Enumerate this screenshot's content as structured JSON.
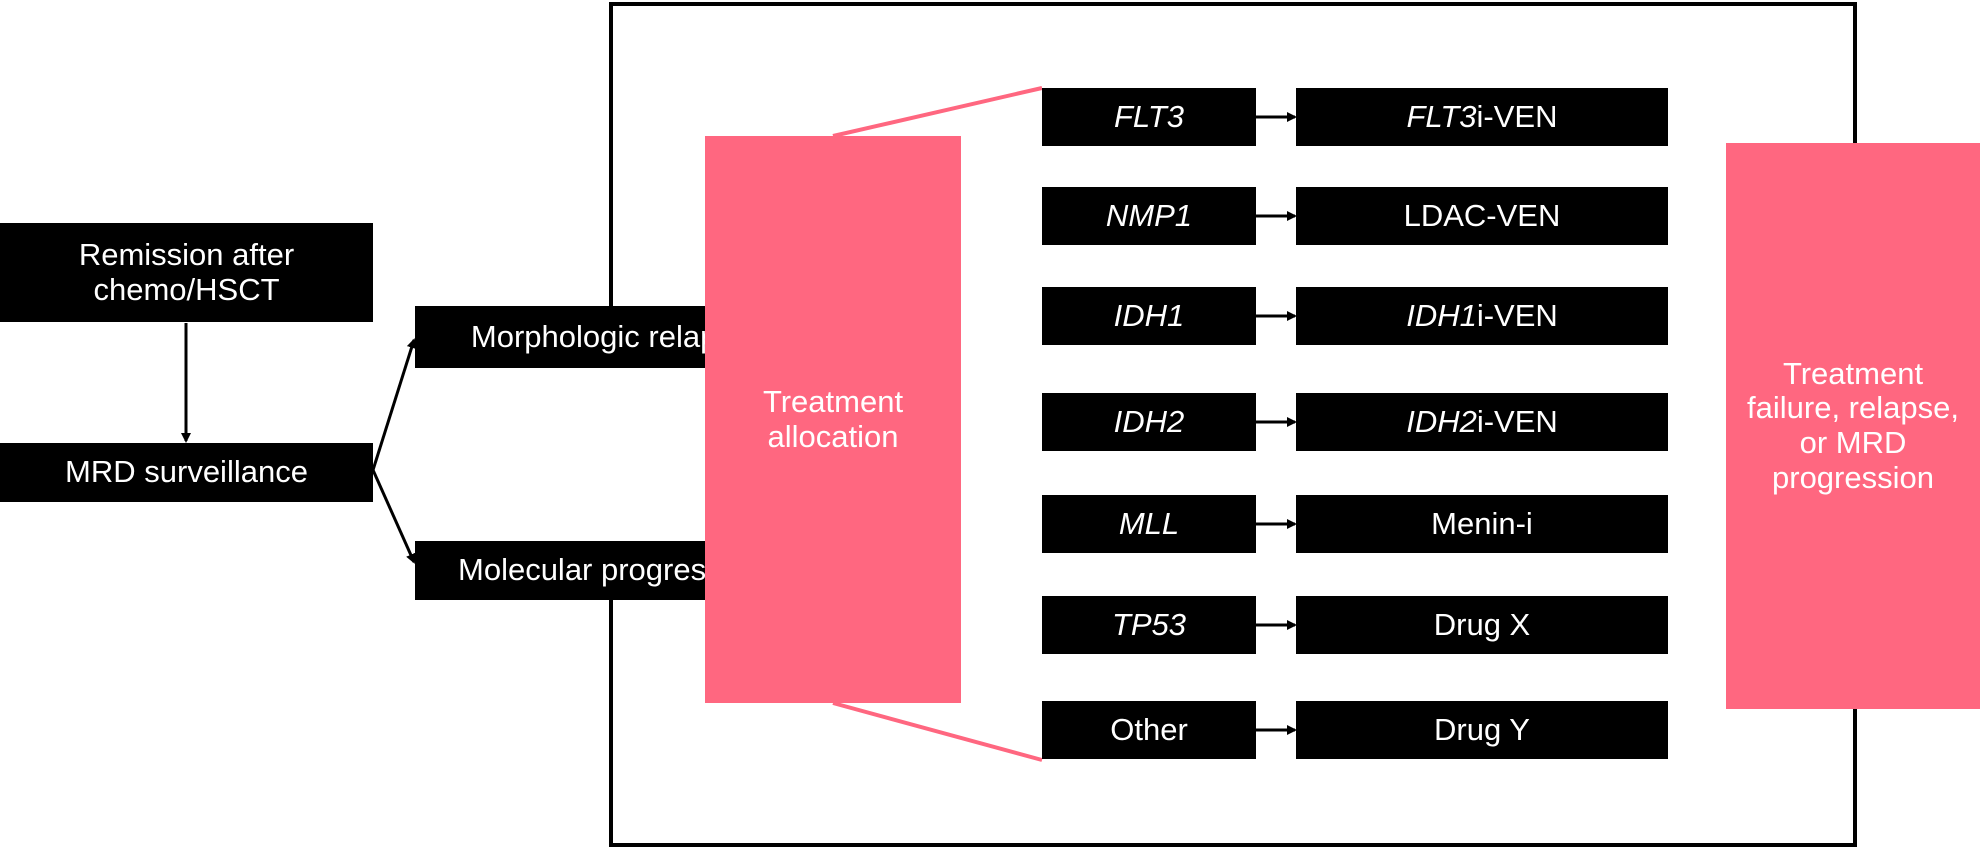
{
  "colors": {
    "box": "#000000",
    "accent": "#ff6780",
    "text": "#ffffff",
    "line": "#000000"
  },
  "nodes": {
    "remission": "Remission after chemo/HSCT",
    "mrd": "MRD surveillance",
    "morphologic": "Morphologic relapse",
    "molecular": "Molecular progression",
    "allocation": "Treatment allocation",
    "failure": "Treatment failure, relapse, or MRD progression"
  },
  "mutations": [
    {
      "gene": "FLT3",
      "gene_italic": true,
      "therapy_prefix": "FLT3",
      "therapy_suffix": "i-VEN"
    },
    {
      "gene": "NMP1",
      "gene_italic": true,
      "therapy_prefix": "",
      "therapy_suffix": "LDAC-VEN"
    },
    {
      "gene": "IDH1",
      "gene_italic": true,
      "therapy_prefix": "IDH1",
      "therapy_suffix": "i-VEN"
    },
    {
      "gene": "IDH2",
      "gene_italic": true,
      "therapy_prefix": "IDH2",
      "therapy_suffix": "i-VEN"
    },
    {
      "gene": "MLL",
      "gene_italic": true,
      "therapy_prefix": "",
      "therapy_suffix": "Menin-i"
    },
    {
      "gene": "TP53",
      "gene_italic": true,
      "therapy_prefix": "",
      "therapy_suffix": "Drug X"
    },
    {
      "gene": "Other",
      "gene_italic": false,
      "therapy_prefix": "",
      "therapy_suffix": "Drug Y"
    }
  ]
}
